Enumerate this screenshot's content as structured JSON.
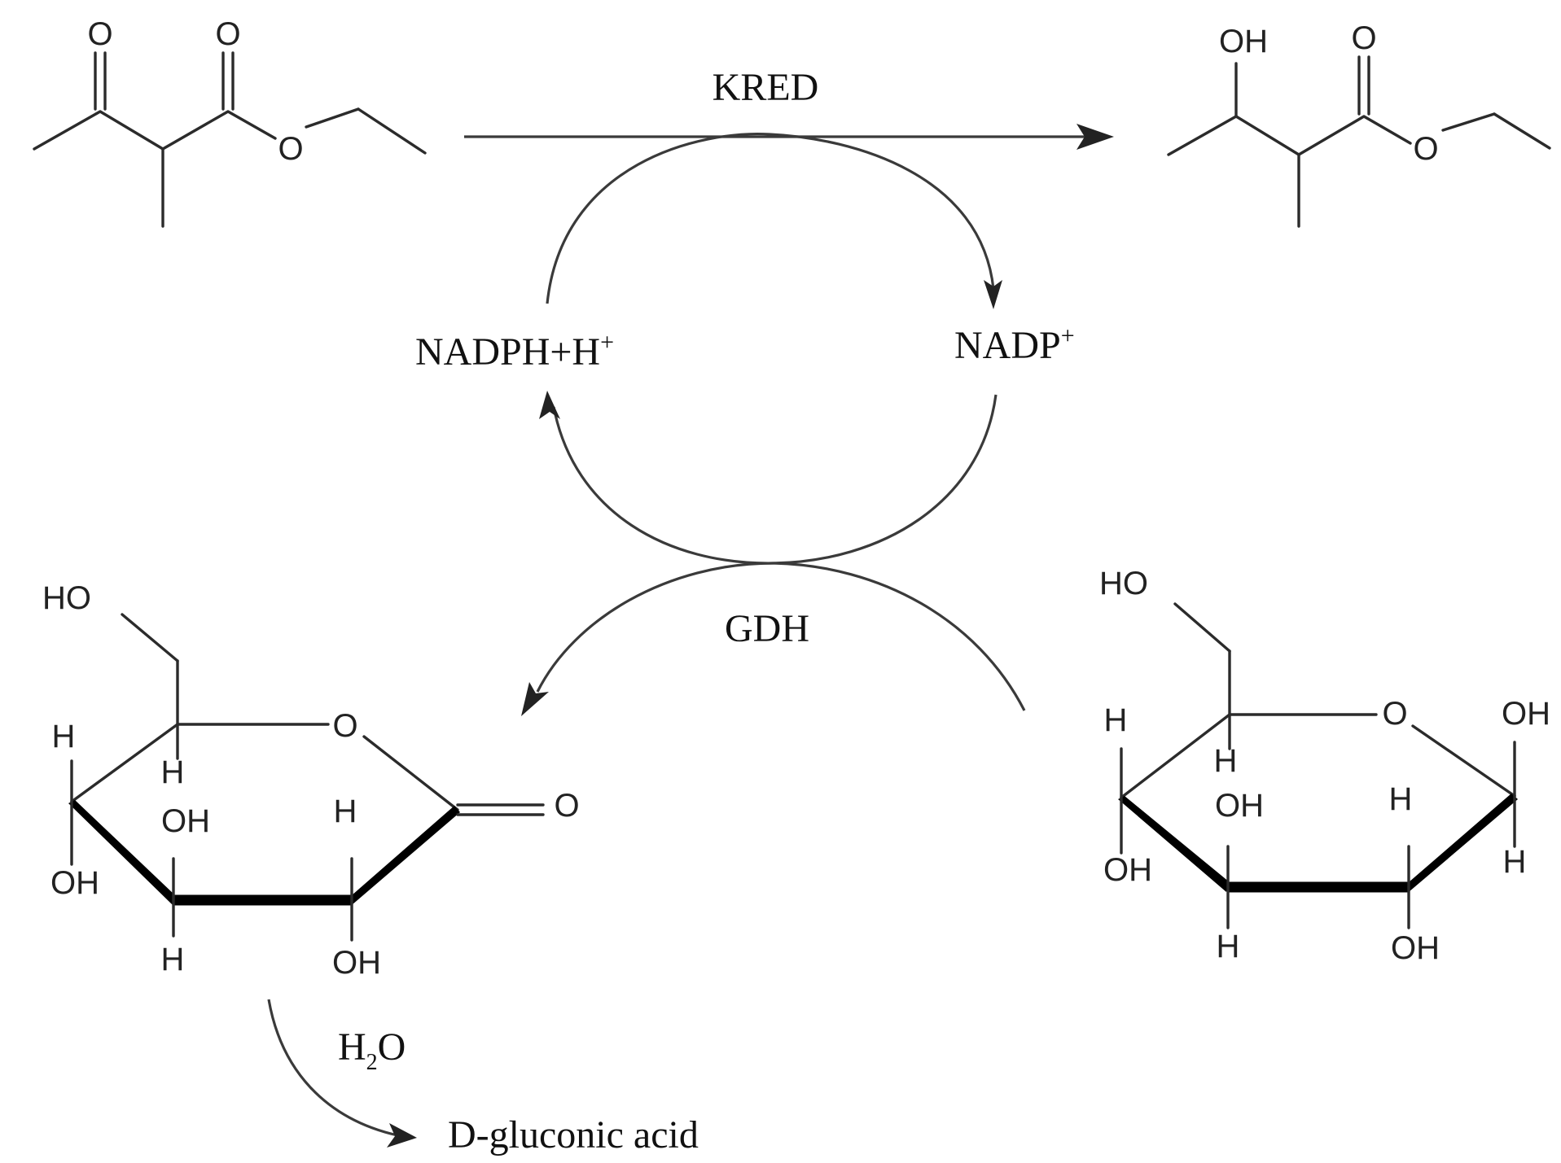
{
  "reaction": {
    "enzyme_top": "KRED",
    "enzyme_bottom": "GDH",
    "cofactor_reduced_main": "NADPH+H",
    "cofactor_reduced_sup": "+",
    "cofactor_oxidized_main": "NADP",
    "cofactor_oxidized_sup": "+",
    "water_h": "H",
    "water_sub": "2",
    "water_o": "O",
    "final_product": "D-gluconic acid"
  },
  "atoms": {
    "O": "O",
    "OH": "OH",
    "HO": "HO",
    "H": "H"
  }
}
